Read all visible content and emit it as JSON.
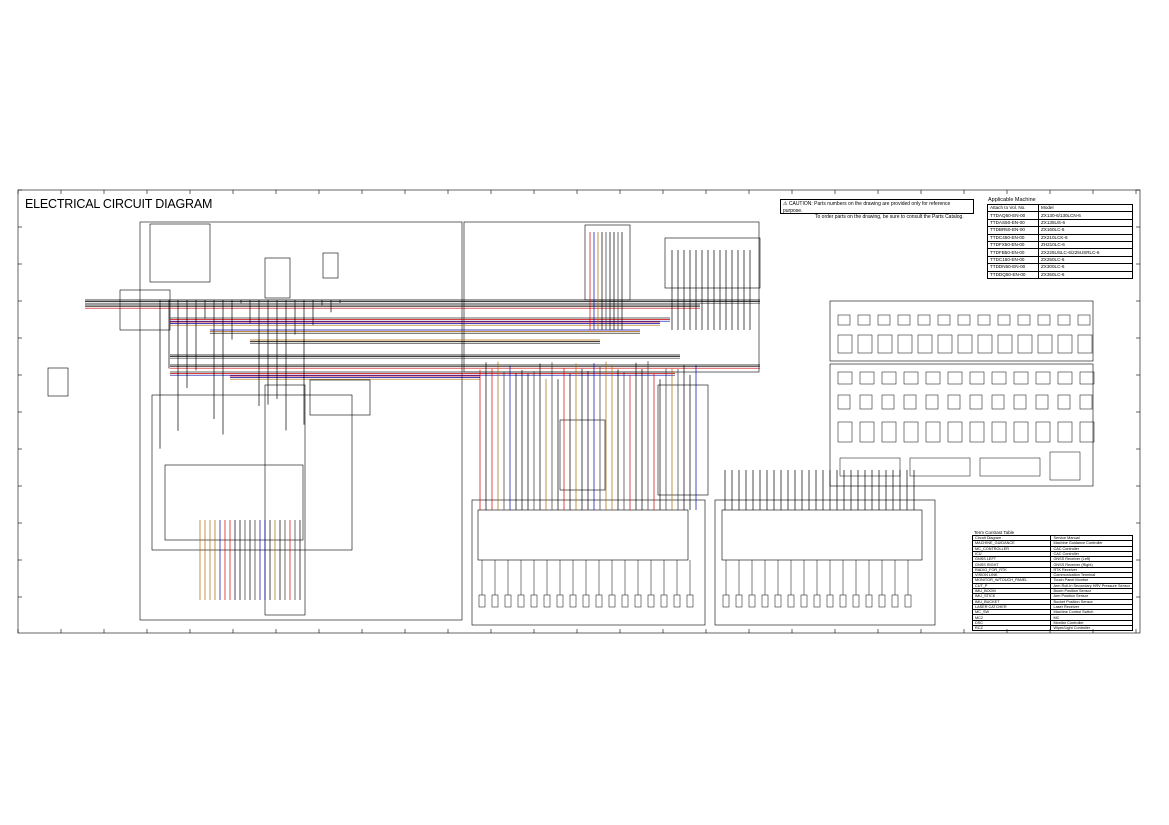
{
  "title": "ELECTRICAL CIRCUIT DIAGRAM",
  "caution": {
    "line1": "⚠ CAUTION: Parts numbers on the drawing are provided only for reference purpose.",
    "line2": "To order parts on the drawing, be sure to consult the Parts Catalog."
  },
  "applicable_machine": {
    "title": "Applicable Machine",
    "headers": [
      "Attach to Vol. No.",
      "Model"
    ],
    "rows": [
      [
        "TTDAQ50-EN-00",
        "ZX130-6/130LCN-6"
      ],
      [
        "TTDAS50-EN-00",
        "ZX135US-6"
      ],
      [
        "TTDBR50-EN-00",
        "ZX160LC-6"
      ],
      [
        "TTDC450-EN-00",
        "ZX210LCK-6"
      ],
      [
        "TTDFX50-EN-00",
        "ZH210LC-6"
      ],
      [
        "TTDFB50-EN-00",
        "ZX225USLC-6/225USRLC-6"
      ],
      [
        "TTDC150-EN-00",
        "ZX250LC-6"
      ],
      [
        "TTDDN50-EN-00",
        "ZX300LC-6"
      ],
      [
        "TTDDQ50-EN-00",
        "ZX350LC-6"
      ]
    ]
  },
  "term_contrast": {
    "title": "Term Contrast Table",
    "headers": [
      "Circuit Diagram",
      "Service Manual"
    ],
    "rows": [
      [
        "MACHINE_GUIDANCE",
        "Machine Guidance Controller"
      ],
      [
        "MC_CONTROLLER",
        "CAC Controller"
      ],
      [
        "ICU",
        "CAC Controller"
      ],
      [
        "GNSS LEFT",
        "GNSS Receiver (Left)"
      ],
      [
        "GNSS RIGHT",
        "GNSS Receiver (Right)"
      ],
      [
        "RADIO_FOR_RTK",
        "RTK Receiver"
      ],
      [
        "VISION LINK",
        "Communication Terminal"
      ],
      [
        "MONITOR_W/TOUCH_PANEL",
        "Touch Panel Monitor"
      ],
      [
        "CUT_P",
        "Arm Roll-In Secondary HRV Pressure Sensor"
      ],
      [
        "IMU_BOOM",
        "Boom Position Sensor"
      ],
      [
        "IMU_STICK",
        "Arm Position Sensor"
      ],
      [
        "IMU_BUCKET",
        "Bucket Position Sensor"
      ],
      [
        "LASER CATCHER",
        "Laser Receiver"
      ],
      [
        "MC_SW",
        "Machine Control Switch"
      ],
      [
        "MC2",
        "MC"
      ],
      [
        "DSC",
        "Monitor Controller"
      ],
      [
        "RCZ",
        "Wiper/Light Controller"
      ]
    ]
  }
}
